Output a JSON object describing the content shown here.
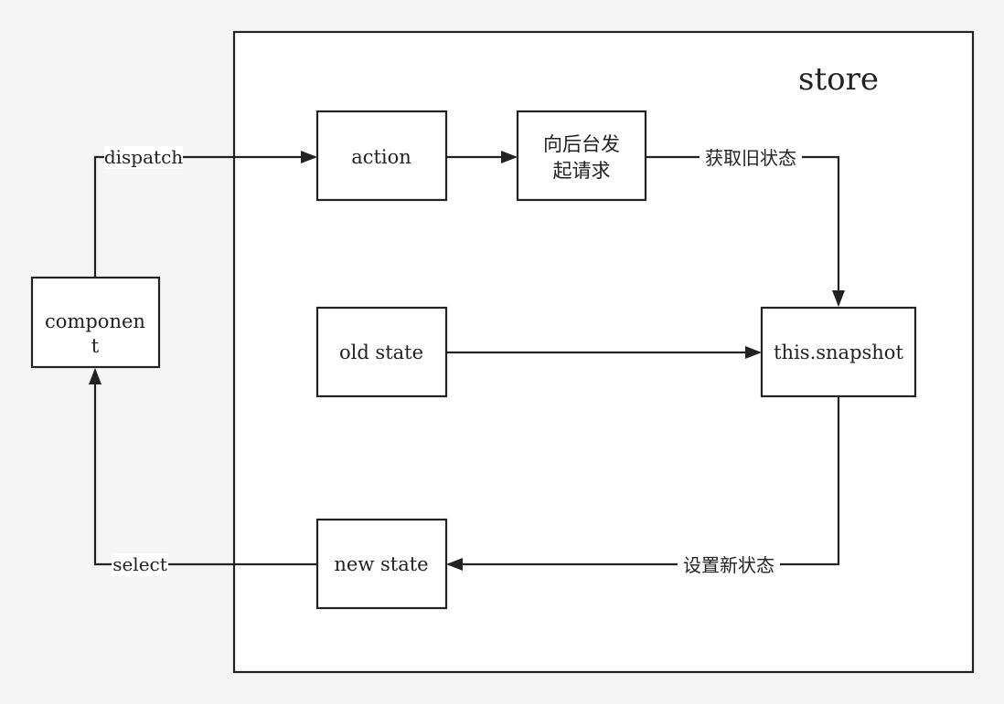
{
  "store": {
    "title": "store"
  },
  "nodes": {
    "component": {
      "line1": "componen",
      "line2": "t"
    },
    "action": {
      "label": "action"
    },
    "backend_request": {
      "line1": "向后台发",
      "line2": "起请求"
    },
    "old_state": {
      "label": "old state"
    },
    "snapshot": {
      "label": "this.snapshot"
    },
    "new_state": {
      "label": "new state"
    }
  },
  "edges": {
    "dispatch": {
      "label": "dispatch"
    },
    "get_old_state": {
      "label": "获取旧状态"
    },
    "set_new_state": {
      "label": "设置新状态"
    },
    "select": {
      "label": "select"
    }
  },
  "colors": {
    "background": "#f5f5f5",
    "box_fill": "#ffffff",
    "stroke": "#222222"
  }
}
